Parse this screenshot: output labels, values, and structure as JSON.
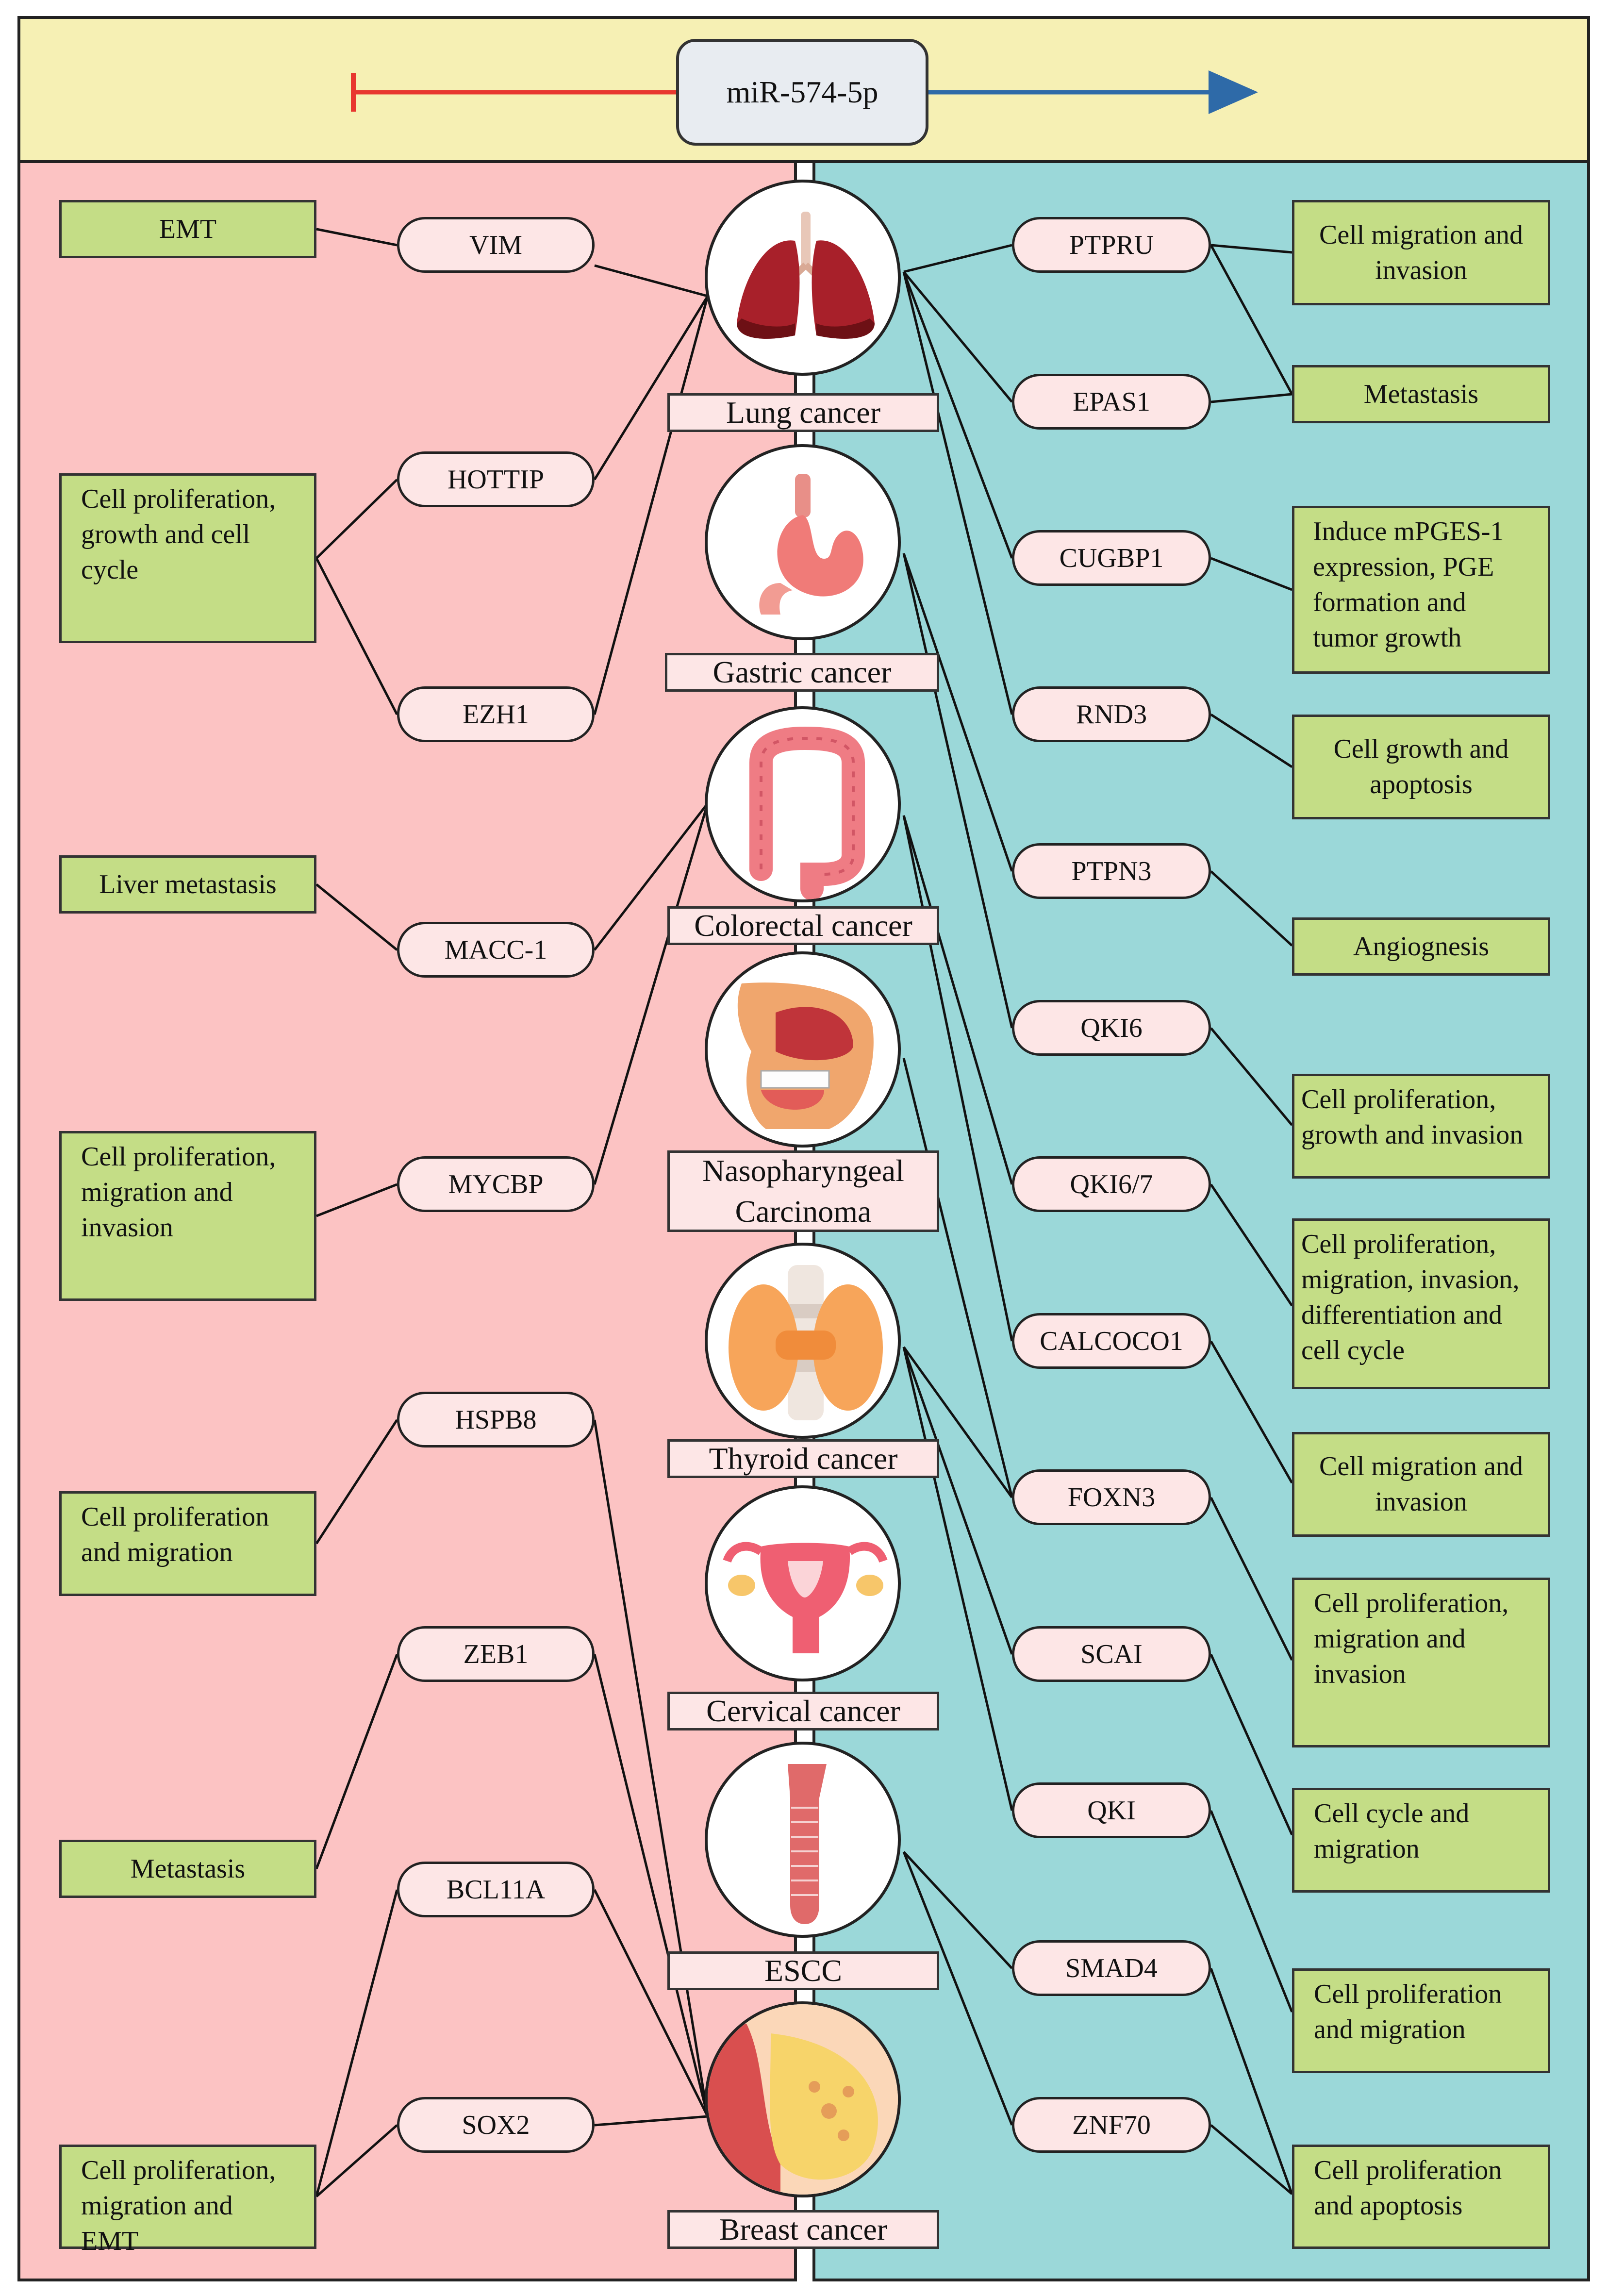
{
  "header": {
    "mirna": "miR-574-5p",
    "inhibit_color": "#e8372f",
    "promote_color": "#2e6aa8"
  },
  "colors": {
    "left_panel": "#fcc3c3",
    "right_panel": "#9bd8d9",
    "header_band": "#f6f0b4",
    "effect_box": "#c4dd86",
    "gene_pill": "#fde6e6"
  },
  "cancers": [
    {
      "id": "lung",
      "label": "Lung cancer",
      "icon": "lungs-icon"
    },
    {
      "id": "gastric",
      "label": "Gastric cancer",
      "icon": "stomach-icon"
    },
    {
      "id": "colorectal",
      "label": "Colorectal cancer",
      "icon": "colon-icon"
    },
    {
      "id": "npc",
      "label": "Nasopharyngeal Carcinoma",
      "icon": "nasopharynx-icon"
    },
    {
      "id": "thyroid",
      "label": "Thyroid cancer",
      "icon": "thyroid-icon"
    },
    {
      "id": "cervical",
      "label": "Cervical cancer",
      "icon": "uterus-icon"
    },
    {
      "id": "escc",
      "label": "ESCC",
      "icon": "esophagus-icon"
    },
    {
      "id": "breast",
      "label": "Breast cancer",
      "icon": "breast-icon"
    }
  ],
  "left_genes": [
    "VIM",
    "HOTTIP",
    "EZH1",
    "MACC-1",
    "MYCBP",
    "HSPB8",
    "ZEB1",
    "BCL11A",
    "SOX2"
  ],
  "right_genes": [
    "PTPRU",
    "EPAS1",
    "CUGBP1",
    "RND3",
    "PTPN3",
    "QKI6",
    "QKI6/7",
    "CALCOCO1",
    "FOXN3",
    "SCAI",
    "QKI",
    "SMAD4",
    "ZNF70"
  ],
  "left_effects": [
    "EMT",
    "Cell proliferation, growth and cell cycle",
    "Liver metastasis",
    "Cell proliferation, migration and invasion",
    "Cell proliferation and migration",
    "Metastasis",
    "Cell proliferation, migration and EMT"
  ],
  "right_effects": [
    "Cell migration and invasion",
    "Metastasis",
    "Induce mPGES-1 expression, PGE formation and tumor growth",
    "Cell growth and apoptosis",
    "Angiognesis",
    "Cell proliferation, growth and invasion",
    "Cell proliferation, migration, invasion, differentiation and cell cycle",
    "Cell migration and invasion",
    "Cell proliferation, migration and invasion",
    "Cell cycle and migration",
    "Cell proliferation and migration",
    "Cell proliferation and apoptosis"
  ]
}
